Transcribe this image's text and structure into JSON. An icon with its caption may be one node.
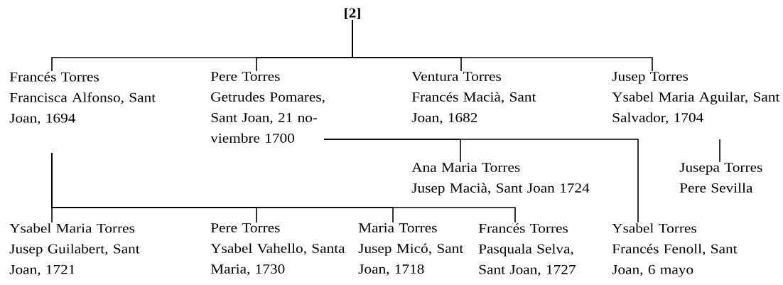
{
  "diagram": {
    "nodes": [
      {
        "text": [
          "[2]"
        ]
      },
      {
        "text": [
          "Francés Torres",
          "Francisca Alfonso, Sant Joan, 1694"
        ]
      },
      {
        "text": [
          "Pere Torres",
          "Getrudes Pomares, Sant Joan, 21 no-viembre 1700"
        ]
      },
      {
        "text": [
          "Ventura Torres",
          "Francés Macià, Sant Joan, 1682"
        ]
      },
      {
        "text": [
          "Jusep Torres",
          "Ysabel Maria Aguilar, Sant Salvador, 1704"
        ]
      },
      {
        "text": [
          "Ana Maria Torres",
          "Jusep Macià, Sant Joan 1724"
        ]
      },
      {
        "text": [
          "Jusepa Torres",
          "Pere Sevilla"
        ]
      },
      {
        "text": [
          "Ysabel Maria Torres",
          "Jusep Guilabert, Sant Joan, 1721"
        ]
      },
      {
        "text": [
          "Pere Torres",
          "Ysabel Vahello, Santa Maria, 1730"
        ]
      },
      {
        "text": [
          "Maria Torres",
          "Jusep Micó, Sant Joan, 1718"
        ]
      },
      {
        "text": [
          "Francés Torres",
          "Pasquala Selva, Sant Joan, 1727"
        ]
      },
      {
        "text": [
          "Ysabel Torres",
          "Francés Fenoll, Sant Joan, 6 mayo"
        ]
      }
    ],
    "edges": [
      {
        "from": 0,
        "to": 1,
        "arrow": "none"
      },
      {
        "from": 0,
        "to": 2,
        "arrow": "none"
      },
      {
        "from": 0,
        "to": 3,
        "arrow": "none"
      },
      {
        "from": 0,
        "to": 4,
        "arrow": "none"
      },
      {
        "from": 2,
        "to": 5,
        "arrow": "none"
      },
      {
        "from": 2,
        "to": 11,
        "arrow": "none"
      },
      {
        "from": 4,
        "to": 6,
        "arrow": "none"
      },
      {
        "from": 1,
        "to": 7,
        "arrow": "none"
      },
      {
        "from": 1,
        "to": 8,
        "arrow": "none"
      },
      {
        "from": 1,
        "to": 9,
        "arrow": "none"
      },
      {
        "from": 1,
        "to": 10,
        "arrow": "none"
      }
    ]
  }
}
